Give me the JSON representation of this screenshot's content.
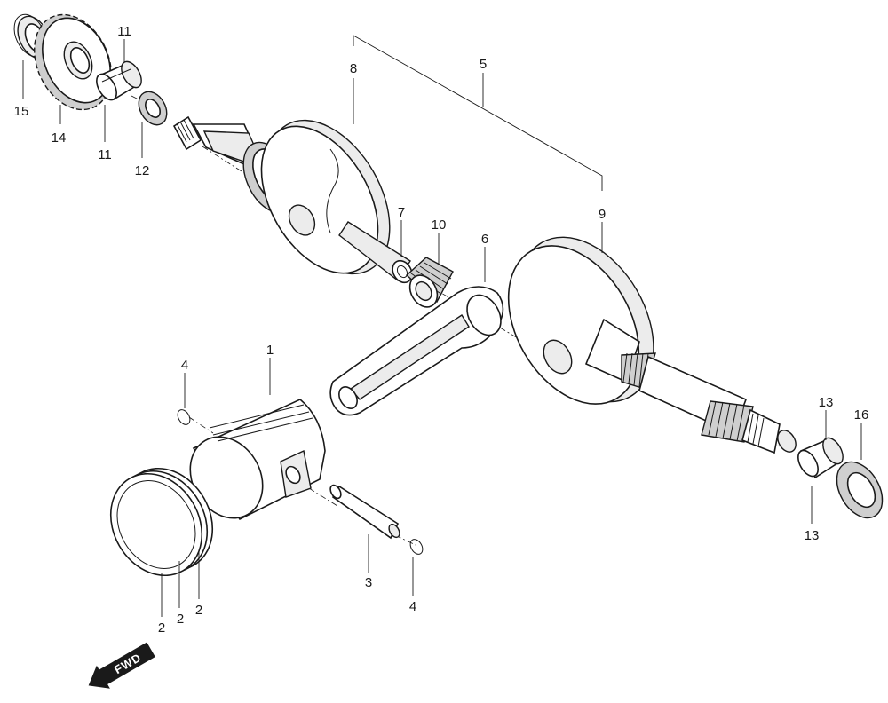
{
  "diagram": {
    "direction_label": "FWD",
    "callouts": [
      {
        "id": "c1",
        "text": "1"
      },
      {
        "id": "c2a",
        "text": "2"
      },
      {
        "id": "c2b",
        "text": "2"
      },
      {
        "id": "c2c",
        "text": "2"
      },
      {
        "id": "c3",
        "text": "3"
      },
      {
        "id": "c4a",
        "text": "4"
      },
      {
        "id": "c4b",
        "text": "4"
      },
      {
        "id": "c5",
        "text": "5"
      },
      {
        "id": "c6",
        "text": "6"
      },
      {
        "id": "c7",
        "text": "7"
      },
      {
        "id": "c8",
        "text": "8"
      },
      {
        "id": "c9",
        "text": "9"
      },
      {
        "id": "c10",
        "text": "10"
      },
      {
        "id": "c11a",
        "text": "11"
      },
      {
        "id": "c11b",
        "text": "11"
      },
      {
        "id": "c12",
        "text": "12"
      },
      {
        "id": "c13a",
        "text": "13"
      },
      {
        "id": "c13b",
        "text": "13"
      },
      {
        "id": "c14",
        "text": "14"
      },
      {
        "id": "c15",
        "text": "15"
      },
      {
        "id": "c16",
        "text": "16"
      }
    ]
  }
}
